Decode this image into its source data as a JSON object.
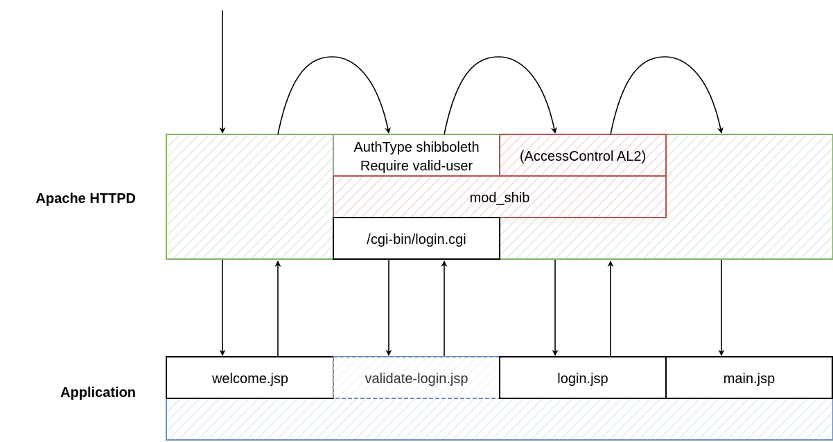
{
  "labels": {
    "apache": "Apache HTTPD",
    "application": "Application"
  },
  "boxes": {
    "authtype_line1": "AuthType shibboleth",
    "authtype_line2": "Require valid-user",
    "access_control": "(AccessControl AL2)",
    "mod_shib": "mod_shib",
    "cgi": "/cgi-bin/login.cgi",
    "welcome": "welcome.jsp",
    "validate_login": "validate-login.jsp",
    "login": "login.jsp",
    "main": "main.jsp"
  },
  "colors": {
    "green": "#82b366",
    "green_fill": "#d5e8d4",
    "red": "#b85450",
    "red_fill": "#f8cecc",
    "blue": "#6c8ebf",
    "blue_fill": "#dae8fc"
  }
}
